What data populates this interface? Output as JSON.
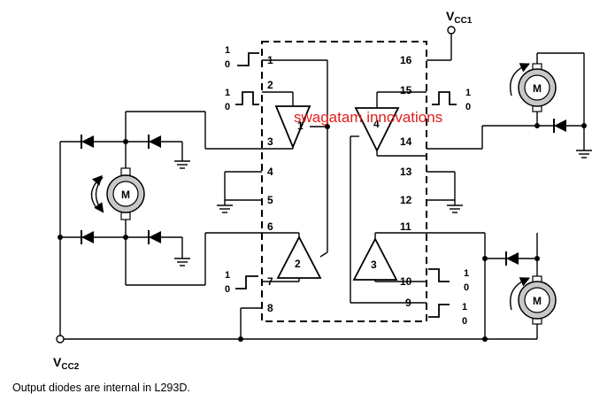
{
  "labels": {
    "vcc1_main": "V",
    "vcc1_sub": "CC1",
    "vcc2_main": "V",
    "vcc2_sub": "CC2",
    "watermark": "swagatam innovations",
    "footnote": "Output diodes are internal in L293D.",
    "motor": "M",
    "level_high": "1",
    "level_low": "0"
  },
  "pins": [
    "1",
    "2",
    "3",
    "4",
    "5",
    "6",
    "7",
    "8",
    "9",
    "10",
    "11",
    "12",
    "13",
    "14",
    "15",
    "16"
  ],
  "drivers": [
    "1",
    "2",
    "3",
    "4"
  ],
  "colors": {
    "line": "#000000",
    "watermark": "#e0201a",
    "motor_fill": "#c8c8c8"
  }
}
